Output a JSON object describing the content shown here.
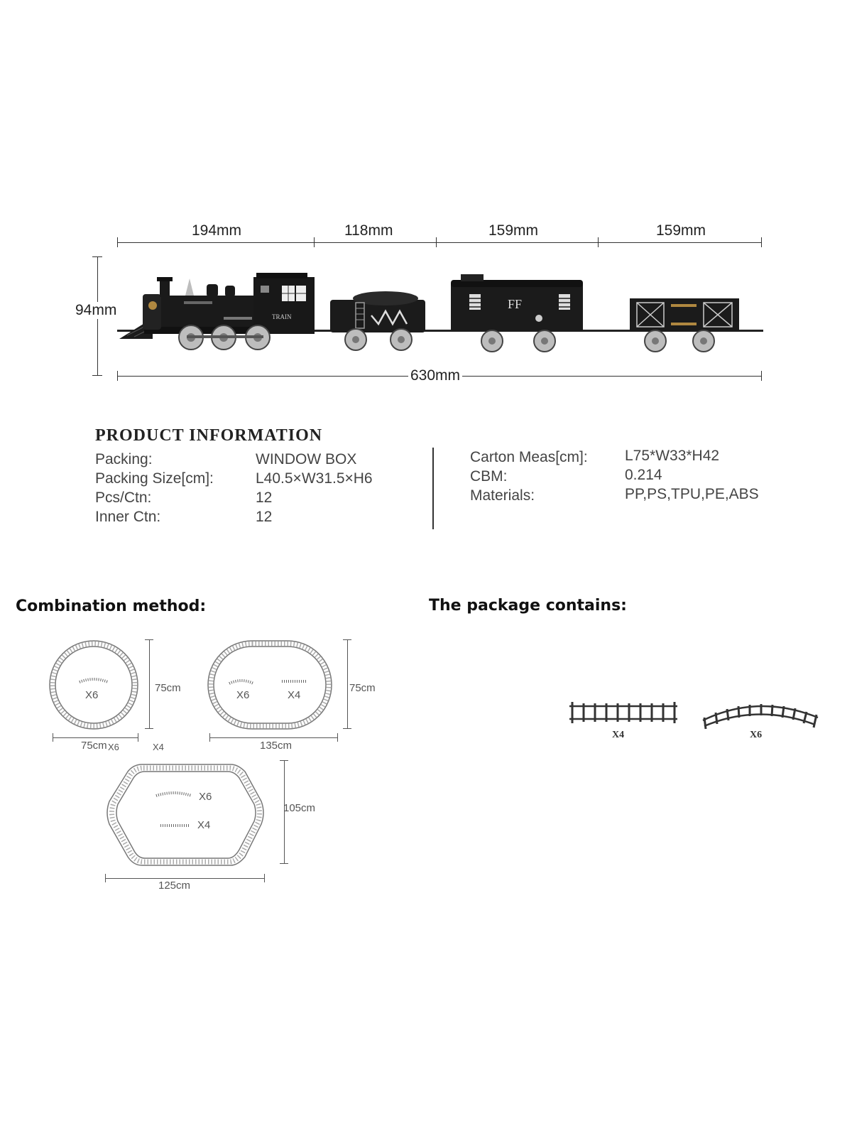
{
  "train": {
    "segments": [
      {
        "label": "194mm"
      },
      {
        "label": "118mm"
      },
      {
        "label": "159mm"
      },
      {
        "label": "159mm"
      }
    ],
    "height_label": "94mm",
    "total_label": "630mm"
  },
  "product_info": {
    "title": "PRODUCT INFORMATION",
    "left": [
      {
        "key": "Packing:",
        "value": "WINDOW BOX"
      },
      {
        "key": "Packing Size[cm]:",
        "value": "L40.5×W31.5×H6"
      },
      {
        "key": "Pcs/Ctn:",
        "value": "12"
      },
      {
        "key": "Inner Ctn:",
        "value": "12"
      }
    ],
    "right": [
      {
        "key": "Carton Meas[cm]:",
        "value": "L75*W33*H42"
      },
      {
        "key": "CBM:",
        "value": "0.214"
      },
      {
        "key": "Materials:",
        "value": "PP,PS,TPU,PE,ABS"
      }
    ]
  },
  "combination": {
    "title": "Combination method:",
    "circle": {
      "curve_qty": "X6",
      "height": "75cm",
      "width": "75cm",
      "width_qty": "X6",
      "extra_qty": "X4"
    },
    "oval": {
      "curve_qty": "X6",
      "straight_qty": "X4",
      "height": "75cm",
      "width": "135cm"
    },
    "large": {
      "curve_qty": "X6",
      "straight_qty": "X4",
      "height": "105cm",
      "width": "125cm"
    }
  },
  "package": {
    "title": "The package contains:",
    "straight_qty": "X4",
    "curve_qty": "X6"
  }
}
